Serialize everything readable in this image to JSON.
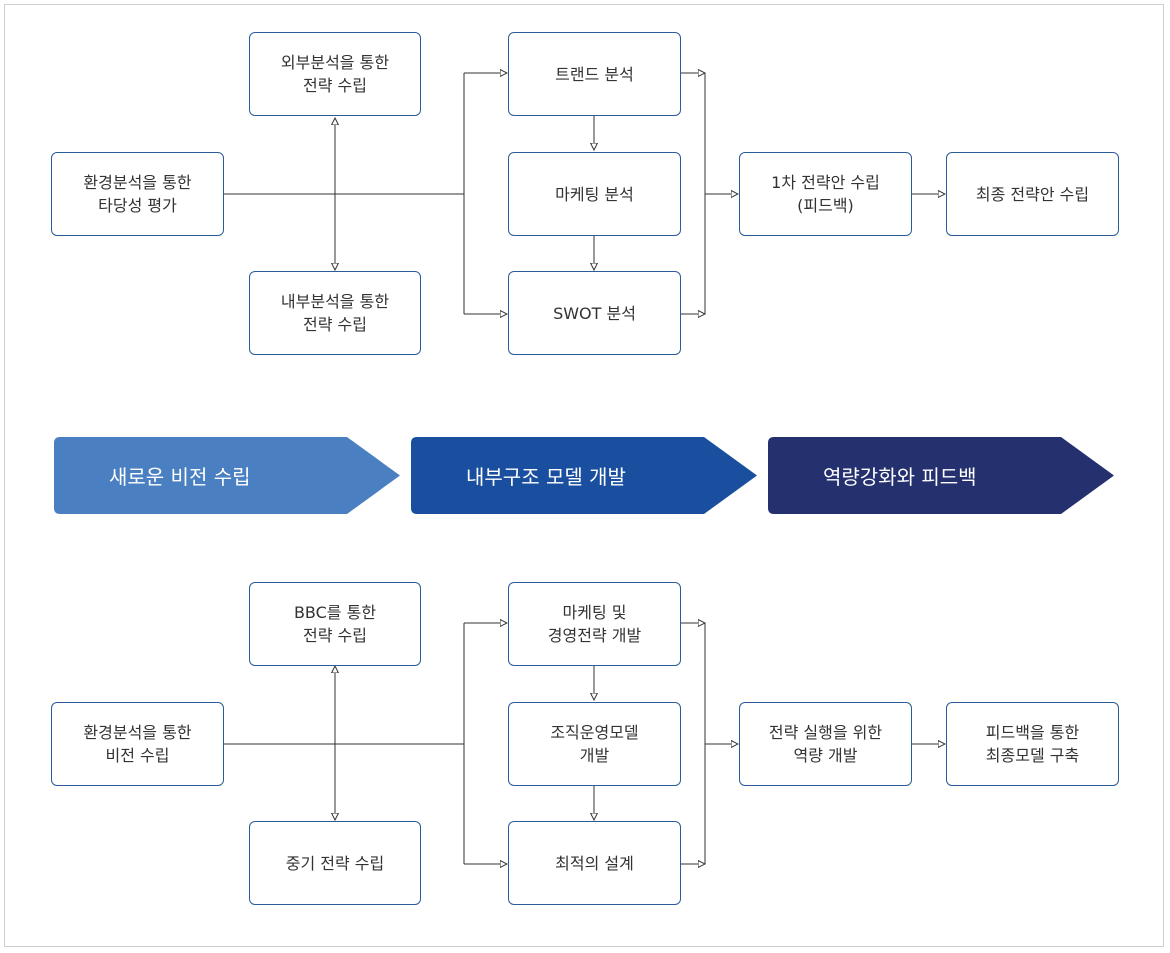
{
  "top_flow": {
    "start": "환경분석을 통한\n타당성 평가",
    "upper": "외부분석을 통한\n전략 수립",
    "lower": "내부분석을 통한\n전략 수립",
    "step1": "트랜드 분석",
    "step2": "마케팅 분석",
    "step3": "SWOT 분석",
    "result": "1차 전략안 수립\n(피드백)",
    "final": "최종 전략안 수립"
  },
  "phases": [
    {
      "label": "새로운 비전 수립",
      "color": "#4a7fc1"
    },
    {
      "label": "내부구조 모델 개발",
      "color": "#1a4fa0"
    },
    {
      "label": "역량강화와 피드백",
      "color": "#25306e"
    }
  ],
  "bottom_flow": {
    "start": "환경분석을 통한\n비전 수립",
    "upper": "BBC를 통한\n전략 수립",
    "lower": "중기 전략 수립",
    "step1": "마케팅 및\n경영전략 개발",
    "step2": "조직운영모델\n개발",
    "step3": "최적의 설계",
    "result": "전략 실행을 위한\n역량 개발",
    "final": "피드백을 통한\n최종모델 구축"
  }
}
